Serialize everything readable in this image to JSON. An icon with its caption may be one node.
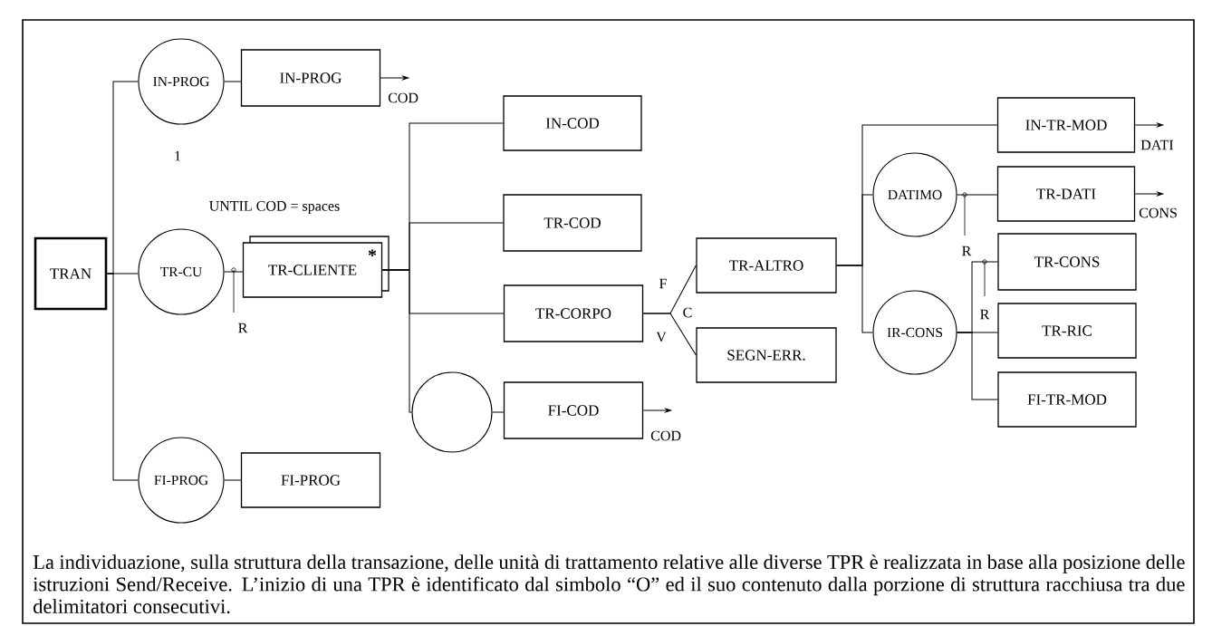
{
  "diagram": {
    "caption": "La individuazione, sulla struttura della transazione, delle unità di trattamento relative alle diverse TPR è realizzata in base alla posizione delle istruzioni Send/Receive. L’inizio di una TPR è identificato dal simbolo “O” ed il suo contenuto dalla porzione di struttura racchiusa tra due delimitatori consecutivi.",
    "nodes": [
      {
        "text": [
          "TRAN"
        ]
      },
      {
        "text": [
          "IN-PROG"
        ]
      },
      {
        "text": [
          "IN-PROG"
        ]
      },
      {
        "text": [
          "TR-CU"
        ]
      },
      {
        "text": [
          "TR-CLIENTE",
          "*"
        ]
      },
      {
        "text": [
          "FI-PROG"
        ]
      },
      {
        "text": [
          "FI-PROG"
        ]
      },
      {
        "text": [
          "IN-COD"
        ]
      },
      {
        "text": [
          "TR-COD"
        ]
      },
      {
        "text": [
          "TR-CORPO"
        ]
      },
      {
        "text": [],
        "shape": "circle"
      },
      {
        "text": [
          "FI-COD"
        ]
      },
      {
        "text": [
          "TR-ALTRO"
        ]
      },
      {
        "text": [
          "SEGN-ERR."
        ]
      },
      {
        "text": [
          "IN-TR-MOD"
        ]
      },
      {
        "text": [
          "DATIMO"
        ]
      },
      {
        "text": [
          "TR-DATI"
        ]
      },
      {
        "text": [
          "IR-CONS"
        ]
      },
      {
        "text": [
          "TR-CONS"
        ]
      },
      {
        "text": [
          "TR-RIC"
        ]
      },
      {
        "text": [
          "FI-TR-MOD"
        ]
      }
    ],
    "edges": [
      {
        "from": 0,
        "to": 1,
        "arrow": "none"
      },
      {
        "from": 0,
        "to": 3,
        "arrow": "none"
      },
      {
        "from": 0,
        "to": 5,
        "arrow": "none"
      },
      {
        "from": 1,
        "to": 2,
        "arrow": "none"
      },
      {
        "from": 3,
        "to": 4,
        "arrow": "none"
      },
      {
        "from": 5,
        "to": 6,
        "arrow": "none"
      },
      {
        "from": 4,
        "to": 7,
        "arrow": "none"
      },
      {
        "from": 4,
        "to": 8,
        "arrow": "none"
      },
      {
        "from": 4,
        "to": 9,
        "arrow": "none"
      },
      {
        "from": 4,
        "to": 10,
        "arrow": "none"
      },
      {
        "from": 10,
        "to": 11,
        "arrow": "none"
      },
      {
        "from": 9,
        "to": 12,
        "arrow": "none"
      },
      {
        "from": 9,
        "to": 13,
        "arrow": "none"
      },
      {
        "from": 12,
        "to": 14,
        "arrow": "none"
      },
      {
        "from": 12,
        "to": 15,
        "arrow": "none"
      },
      {
        "from": 12,
        "to": 17,
        "arrow": "none"
      },
      {
        "from": 15,
        "to": 16,
        "arrow": "none"
      },
      {
        "from": 17,
        "to": 18,
        "arrow": "none"
      },
      {
        "from": 17,
        "to": 19,
        "arrow": "none"
      },
      {
        "from": 17,
        "to": 20,
        "arrow": "none"
      },
      {
        "from": 2,
        "to": null,
        "arrow": "to",
        "label": "COD"
      },
      {
        "from": 11,
        "to": null,
        "arrow": "to",
        "label": "COD"
      },
      {
        "from": 14,
        "to": null,
        "arrow": "to",
        "label": "DATI"
      },
      {
        "from": 16,
        "to": null,
        "arrow": "to",
        "label": "CONS"
      }
    ],
    "labels": [
      "1",
      "UNTIL COD = spaces",
      "R",
      "F",
      "C",
      "V",
      "R",
      "R"
    ]
  }
}
